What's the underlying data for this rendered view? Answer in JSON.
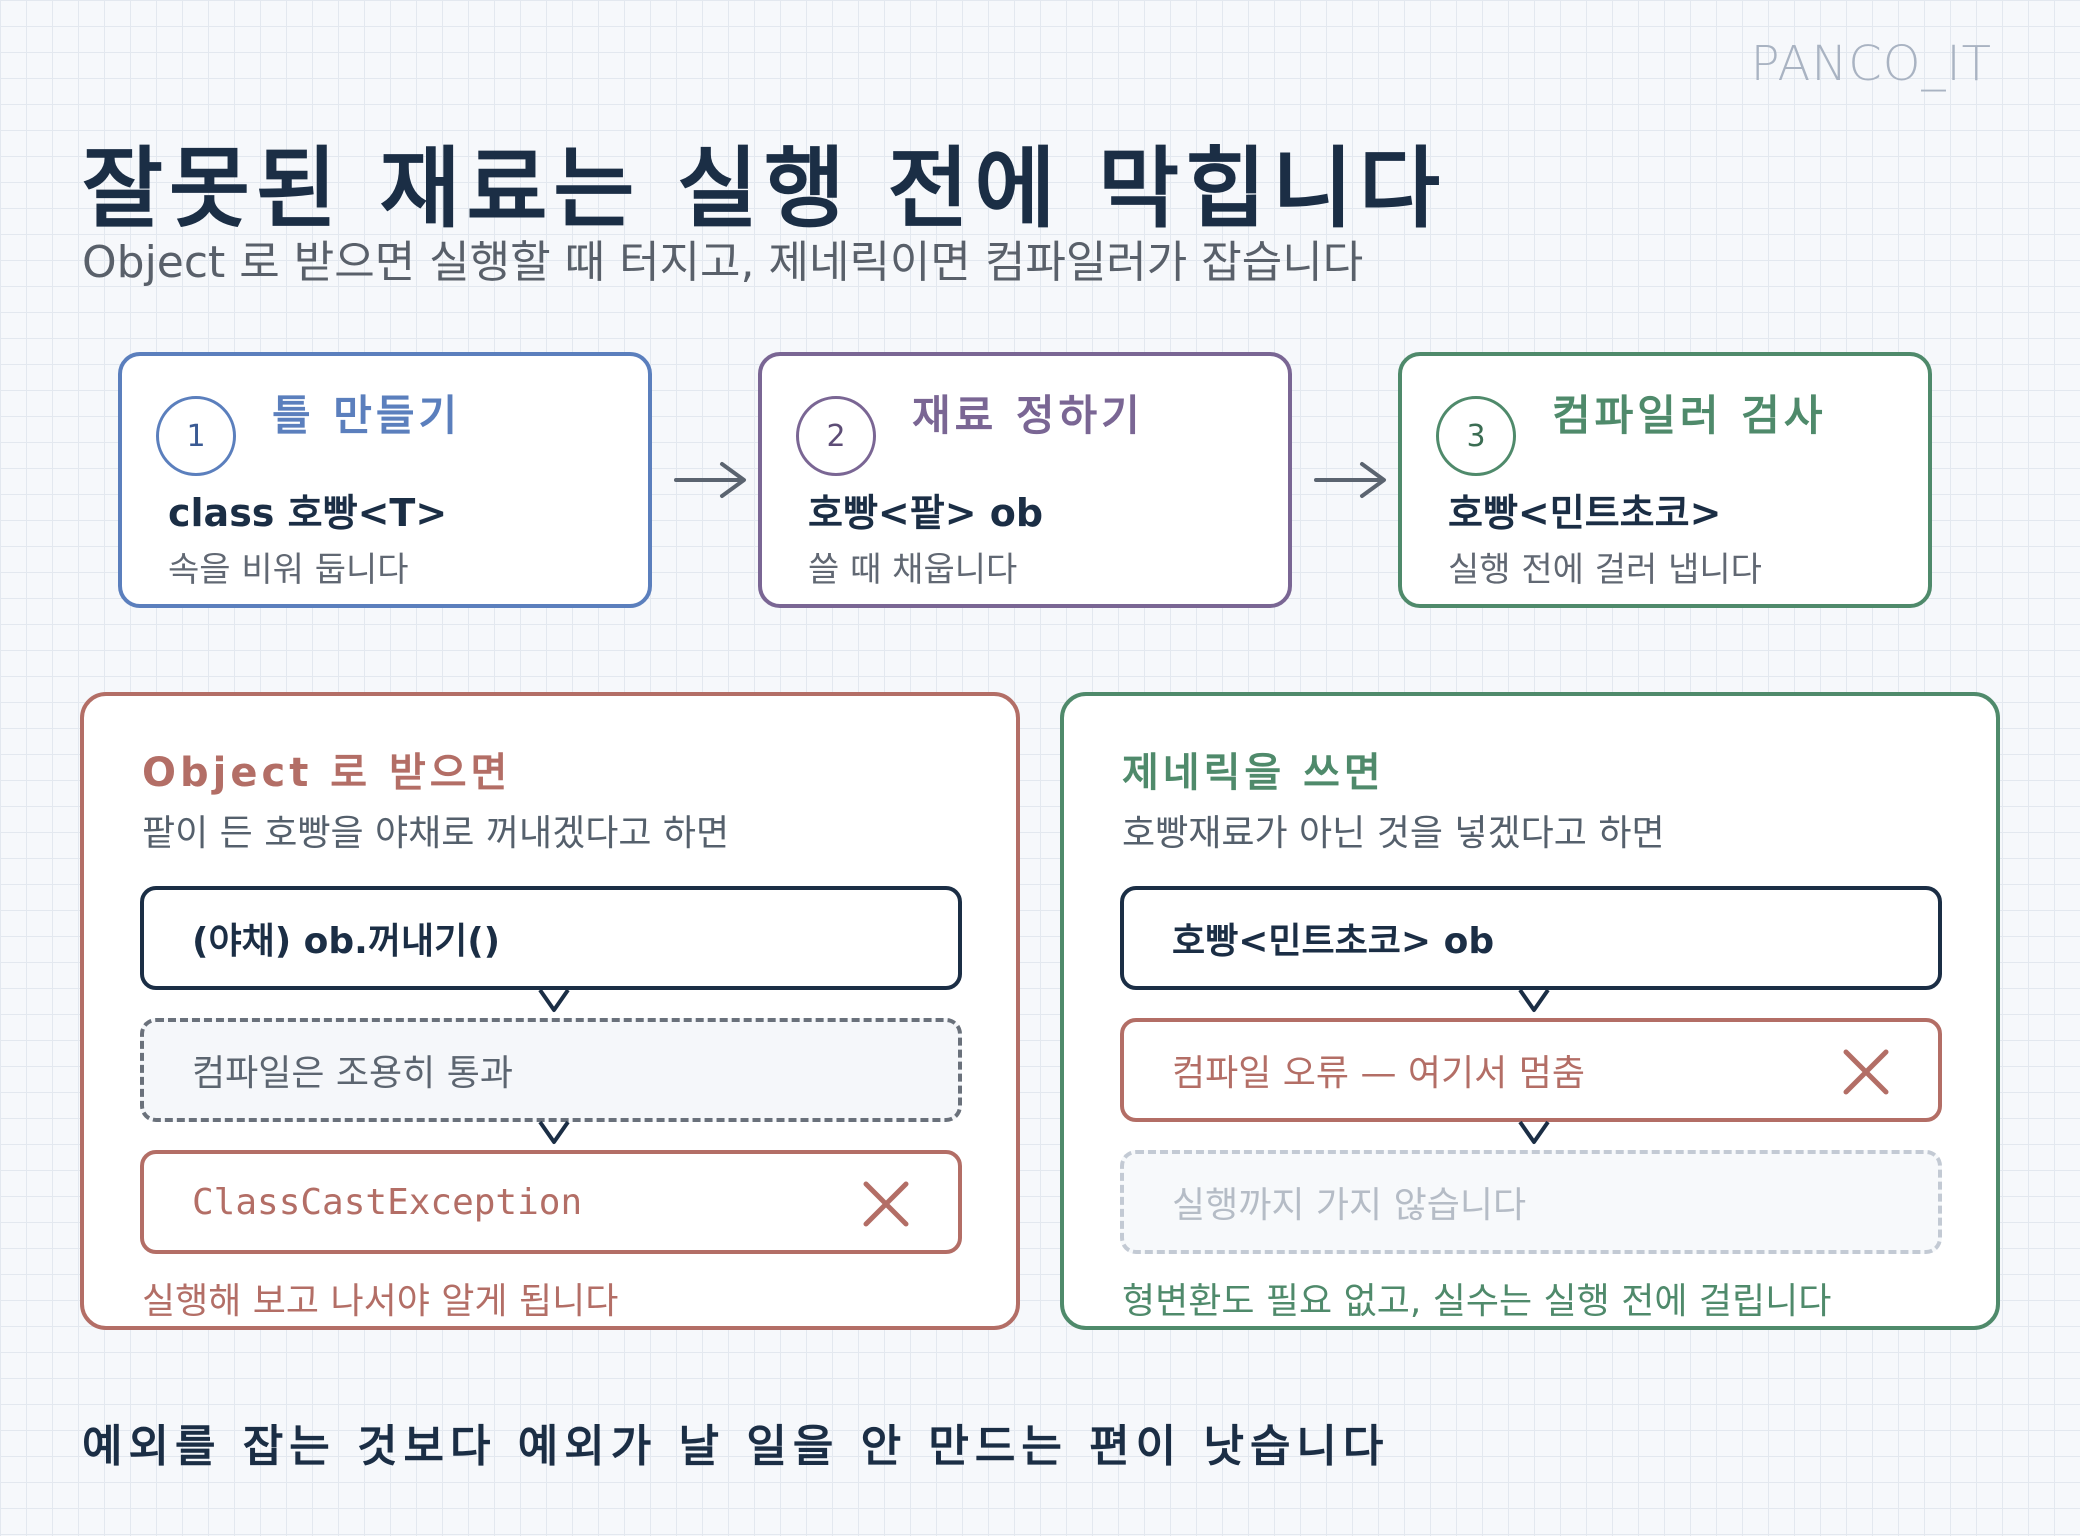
{
  "brand": "PANCO_IT",
  "title": "잘못된 재료는 실행 전에 막힙니다",
  "subtitle": "Object 로 받으면 실행할 때 터지고, 제네릭이면 컴파일러가 잡습니다",
  "steps": [
    {
      "num": "1",
      "label": "틀 만들기",
      "code": "class 호빵<T>",
      "desc": "속을 비워 둡니다",
      "color": "#5b7fbd"
    },
    {
      "num": "2",
      "label": "재료 정하기",
      "code": "호빵<팥> ob",
      "desc": "쓸 때 채웁니다",
      "color": "#7a6694"
    },
    {
      "num": "3",
      "label": "컴파일러 검사",
      "code": "호빵<민트초코>",
      "desc": "실행 전에 걸러 냅니다",
      "color": "#4f8a6b"
    }
  ],
  "left_panel": {
    "title": "Object 로 받으면",
    "desc": "팥이 든 호빵을 야채로 꺼내겠다고 하면",
    "box1": "(야채) ob.꺼내기()",
    "box2": "컴파일은 조용히 통과",
    "box3": "ClassCastException",
    "footer": "실행해 보고 나서야 알게 됩니다",
    "color": "#b36e66"
  },
  "right_panel": {
    "title": "제네릭을 쓰면",
    "desc": "호빵재료가 아닌 것을 넣겠다고 하면",
    "box1": "호빵<민트초코> ob",
    "box2": "컴파일 오류 — 여기서 멈춤",
    "box3": "실행까지 가지 않습니다",
    "footer": "형변환도 필요 없고, 실수는 실행 전에 걸립니다",
    "color": "#4f8a6b"
  },
  "bottom_note": "예외를 잡는 것보다 예외가 날 일을 안 만드는 편이 낫습니다",
  "icons": {
    "arrow": "right-arrow-icon",
    "cross": "x-icon",
    "chevron": "chevron-down-icon"
  }
}
